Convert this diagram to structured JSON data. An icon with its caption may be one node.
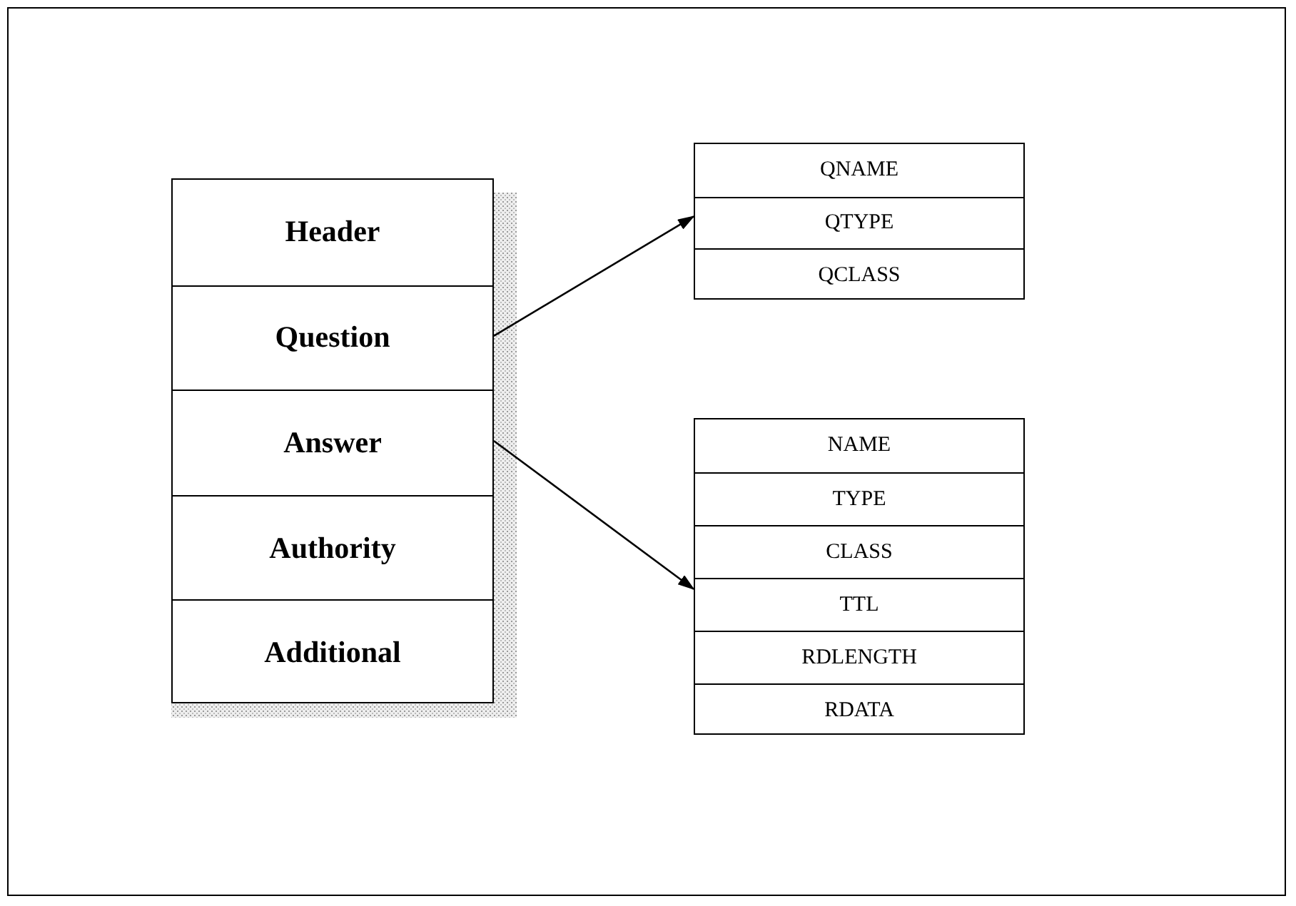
{
  "diagram": {
    "nodes": [
      {
        "text": [],
        "shape": "box"
      },
      {
        "text": [
          "Header"
        ],
        "in": 0
      },
      {
        "text": [
          "Question"
        ],
        "in": 0
      },
      {
        "text": [
          "Answer"
        ],
        "in": 0
      },
      {
        "text": [
          "Authority"
        ],
        "in": 0
      },
      {
        "text": [
          "Additional"
        ],
        "in": 0
      },
      {
        "text": [],
        "shape": "box"
      },
      {
        "text": [
          "QNAME"
        ],
        "in": 6
      },
      {
        "text": [
          "QTYPE"
        ],
        "in": 6
      },
      {
        "text": [
          "QCLASS"
        ],
        "in": 6
      },
      {
        "text": [],
        "shape": "box"
      },
      {
        "text": [
          "NAME"
        ],
        "in": 10
      },
      {
        "text": [
          "TYPE"
        ],
        "in": 10
      },
      {
        "text": [
          "CLASS"
        ],
        "in": 10
      },
      {
        "text": [
          "TTL"
        ],
        "in": 10
      },
      {
        "text": [
          "RDLENGTH"
        ],
        "in": 10
      },
      {
        "text": [
          "RDATA"
        ],
        "in": 10
      }
    ],
    "edges": [
      {
        "from": 2,
        "to": 6,
        "arrow": "to"
      },
      {
        "from": 3,
        "to": 10,
        "arrow": "to"
      }
    ]
  }
}
